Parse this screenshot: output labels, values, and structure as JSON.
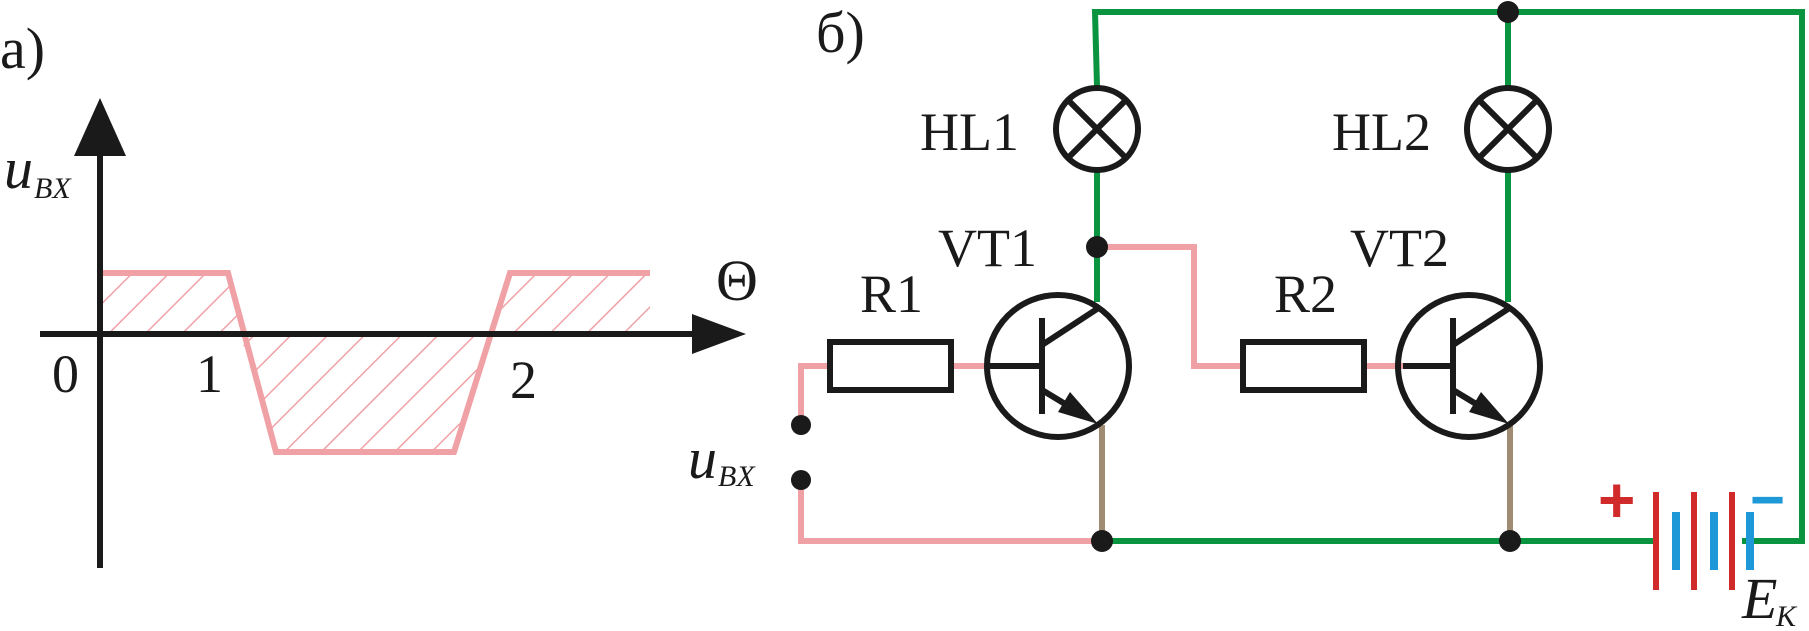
{
  "panel_a": {
    "panel_label": "а)",
    "y_axis_label": "u",
    "y_axis_sub": "BX",
    "x_axis_label": "Θ",
    "ticks": [
      "0",
      "1",
      "2"
    ]
  },
  "panel_b": {
    "panel_label": "б)",
    "lamp1": "HL1",
    "lamp2": "HL2",
    "transistor1": "VT1",
    "transistor2": "VT2",
    "resistor1": "R1",
    "resistor2": "R2",
    "input_label": "u",
    "input_sub": "BX",
    "battery_label": "E",
    "battery_sub": "K",
    "plus": "+",
    "minus": "−"
  },
  "colors": {
    "power_wire": "#0a9440",
    "signal_wire": "#f0a1a6",
    "emitter_wire": "#a08b73",
    "battery_plus": "#d12a2a",
    "battery_minus": "#1e98d6"
  }
}
